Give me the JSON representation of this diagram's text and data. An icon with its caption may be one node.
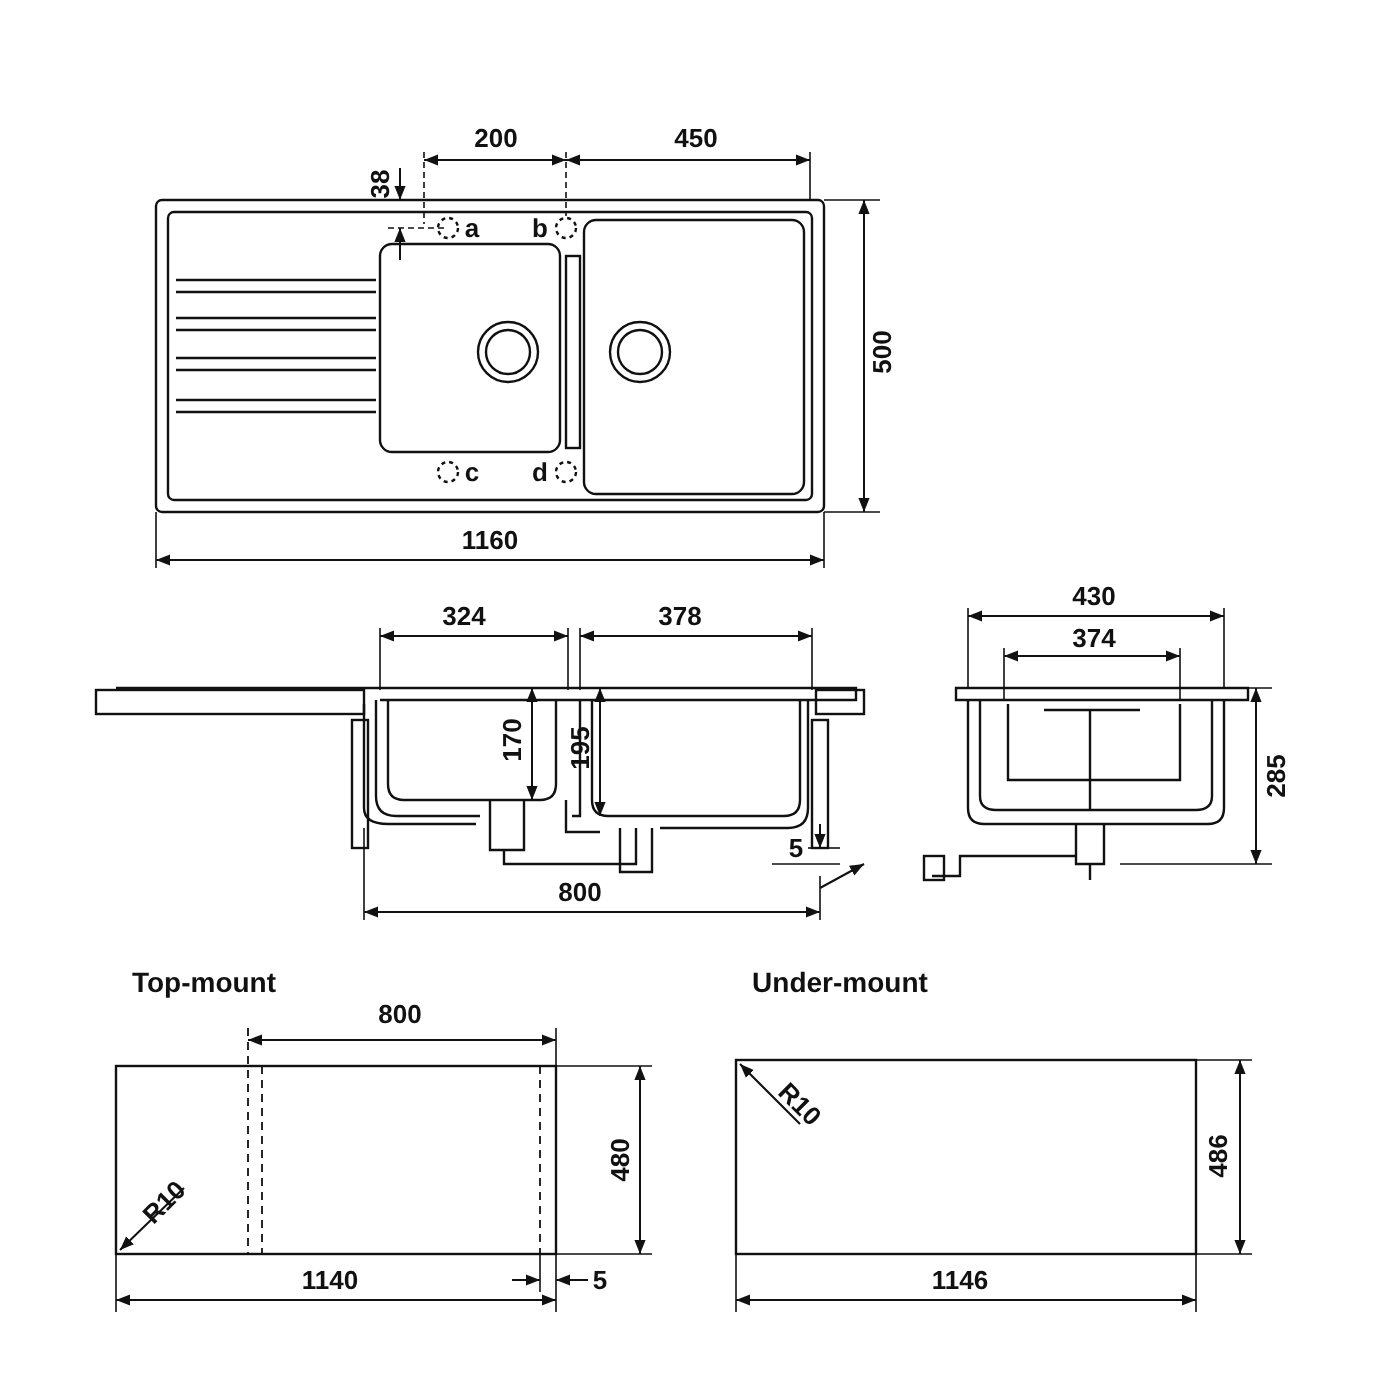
{
  "diagram": {
    "labels": [
      "200",
      "450",
      "38",
      "a",
      "b",
      "c",
      "d",
      "500",
      "1160",
      "324",
      "378",
      "430",
      "374",
      "170",
      "195",
      "285",
      "5",
      "800",
      "Top-mount",
      "800",
      "480",
      "R10",
      "1140",
      "5",
      "Under-mount",
      "R10",
      "486",
      "1146"
    ]
  }
}
